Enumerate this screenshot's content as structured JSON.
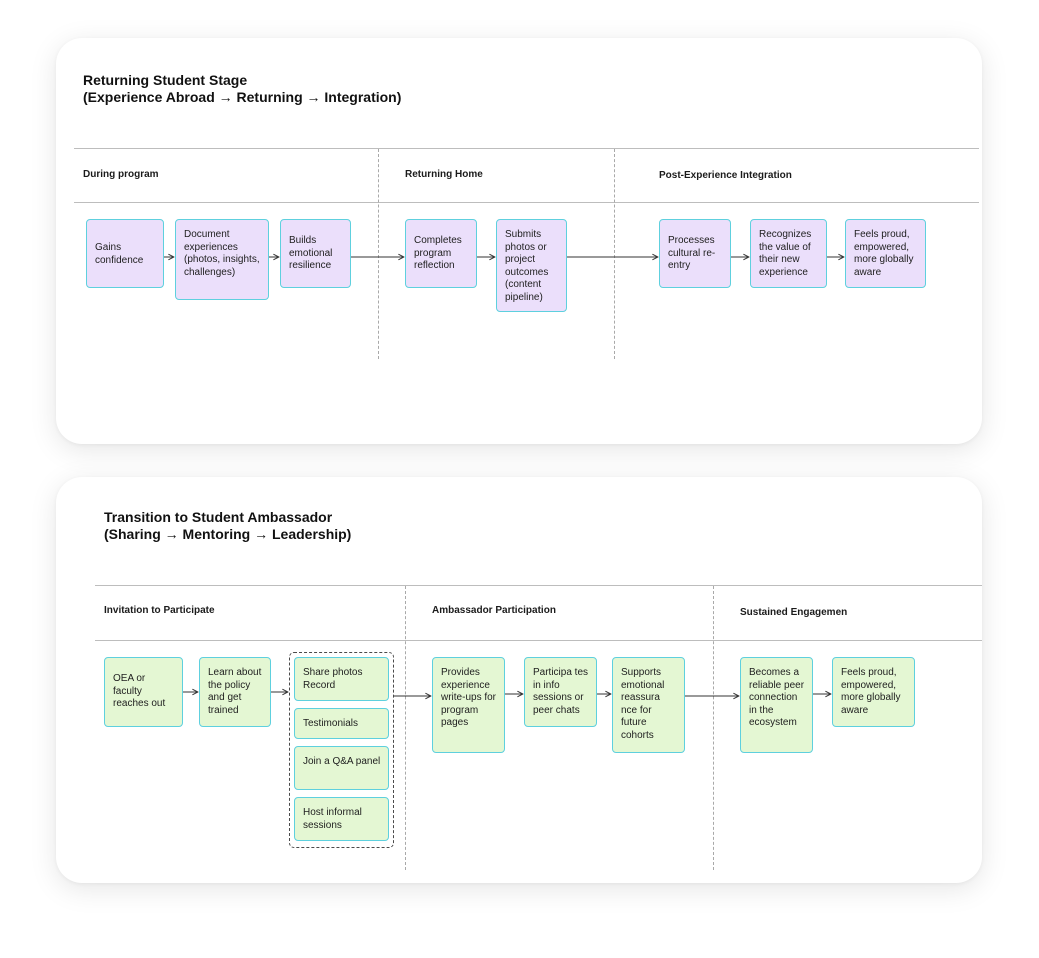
{
  "stage1": {
    "title_line1": "Returning Student Stage",
    "title_line2": "(Experience Abroad → Returning → Integration)",
    "sections": [
      "During program",
      "Returning Home",
      "Post-Experience Integration"
    ],
    "nodes": [
      "Gains confidence",
      "Document experiences (photos, insights, challenges)",
      "Builds emotional resilience",
      "Completes program reflection",
      "Submits photos or project outcomes (content pipeline)",
      "Processes cultural re-entry",
      "Recognizes the value of their new experience",
      "Feels proud, empowered, more globally aware"
    ]
  },
  "stage2": {
    "title_line1": "Transition to Student Ambassador",
    "title_line2": "(Sharing → Mentoring → Leadership)",
    "sections": [
      "Invitation to Participate",
      "Ambassador Participation",
      "Sustained Engagemen"
    ],
    "nodes": [
      "OEA or faculty reaches out",
      "Learn about the policy and get trained",
      "Provides experience write-ups for program pages",
      "Participa tes in info sessions or peer chats",
      "Supports emotional reassura nce for future cohorts",
      "Becomes a reliable peer connection in the ecosystem",
      "Feels proud, empowered, more globally aware"
    ],
    "options": [
      "Share photos Record",
      "Testimonials",
      "Join a Q&A panel",
      "Host informal sessions"
    ]
  },
  "colors": {
    "node_border": "#5ed0de",
    "stage1_node_fill": "#ebdffb",
    "stage2_node_fill": "#e4f7d3",
    "divider": "#bdbdbd",
    "arrow": "#333333"
  }
}
